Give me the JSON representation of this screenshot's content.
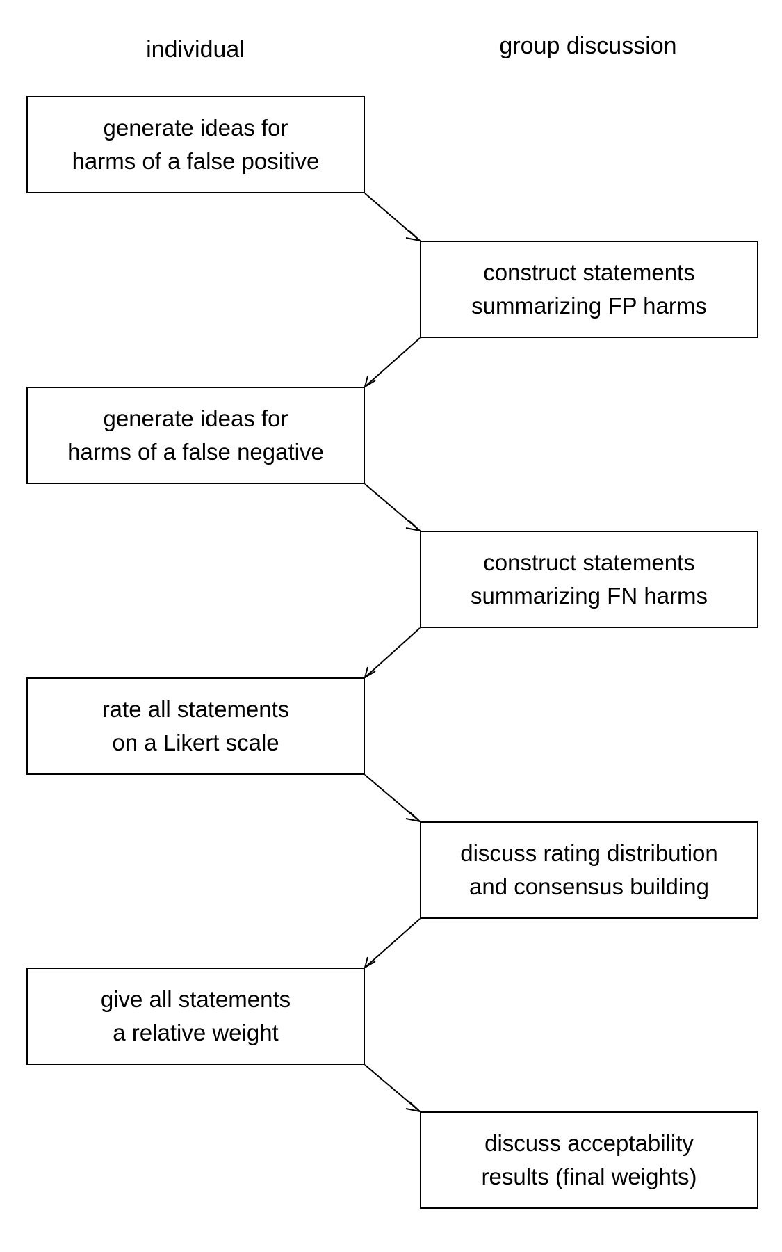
{
  "columns": {
    "left": "individual",
    "right": "group discussion"
  },
  "steps": [
    {
      "column": "individual",
      "lines": [
        "generate ideas for",
        "harms of a false positive"
      ]
    },
    {
      "column": "group discussion",
      "lines": [
        "construct statements",
        "summarizing FP harms"
      ]
    },
    {
      "column": "individual",
      "lines": [
        "generate ideas for",
        "harms of a false negative"
      ]
    },
    {
      "column": "group discussion",
      "lines": [
        "construct statements",
        "summarizing FN harms"
      ]
    },
    {
      "column": "individual",
      "lines": [
        "rate all statements",
        "on a Likert scale"
      ]
    },
    {
      "column": "group discussion",
      "lines": [
        "discuss rating distribution",
        "and consensus building"
      ]
    },
    {
      "column": "individual",
      "lines": [
        "give all statements",
        "a relative weight"
      ]
    },
    {
      "column": "group discussion",
      "lines": [
        "discuss acceptability",
        "results (final weights)"
      ]
    }
  ]
}
